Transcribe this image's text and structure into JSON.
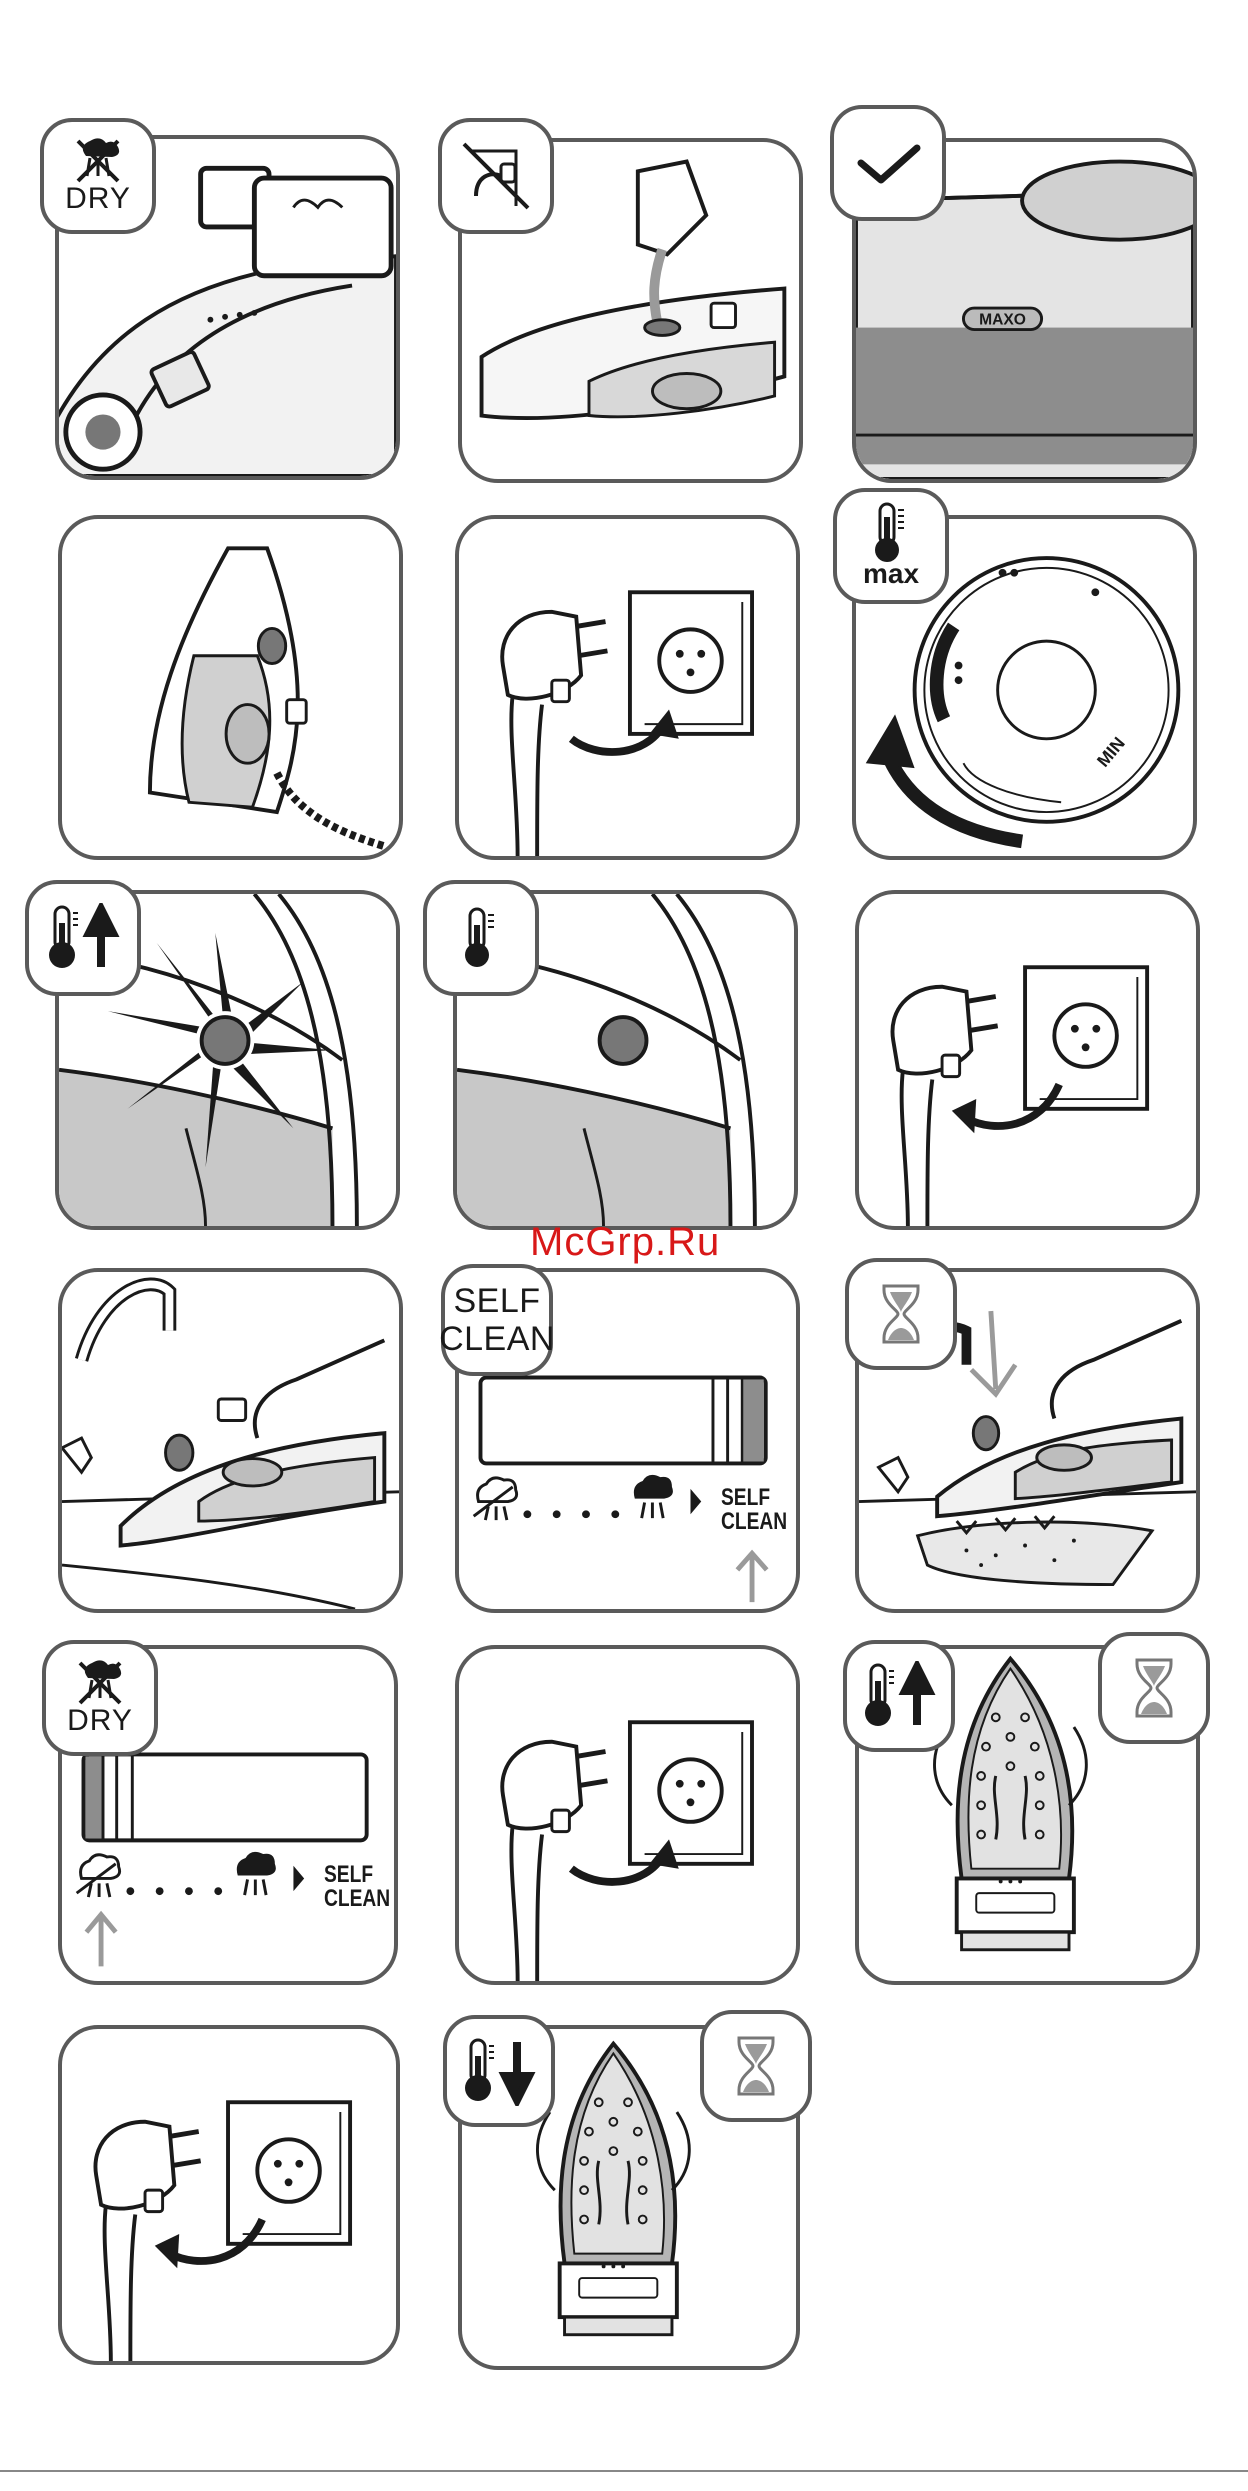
{
  "watermark": "McGrp.Ru",
  "badges": {
    "dry": "DRY",
    "max": "max",
    "self_clean": [
      "SELF",
      "CLEAN"
    ]
  },
  "steam_scale": {
    "self_clean_label": [
      "SELF",
      "CLEAN"
    ]
  },
  "iron": {
    "brand": "MAXO"
  },
  "colors": {
    "border": "#5a5a5a",
    "stroke": "#1a1a1a",
    "grey_fill": "#9a9a9a",
    "light_grey": "#d8d8d8",
    "watermark": "#d81818"
  },
  "icons": [
    "no-steam-icon",
    "unplugged-icon",
    "checkmark-icon",
    "thermometer-max-icon",
    "thermometer-up-icon",
    "thermometer-icon",
    "hourglass-icon",
    "thermometer-down-icon",
    "plug-in-icon",
    "unplug-icon"
  ]
}
